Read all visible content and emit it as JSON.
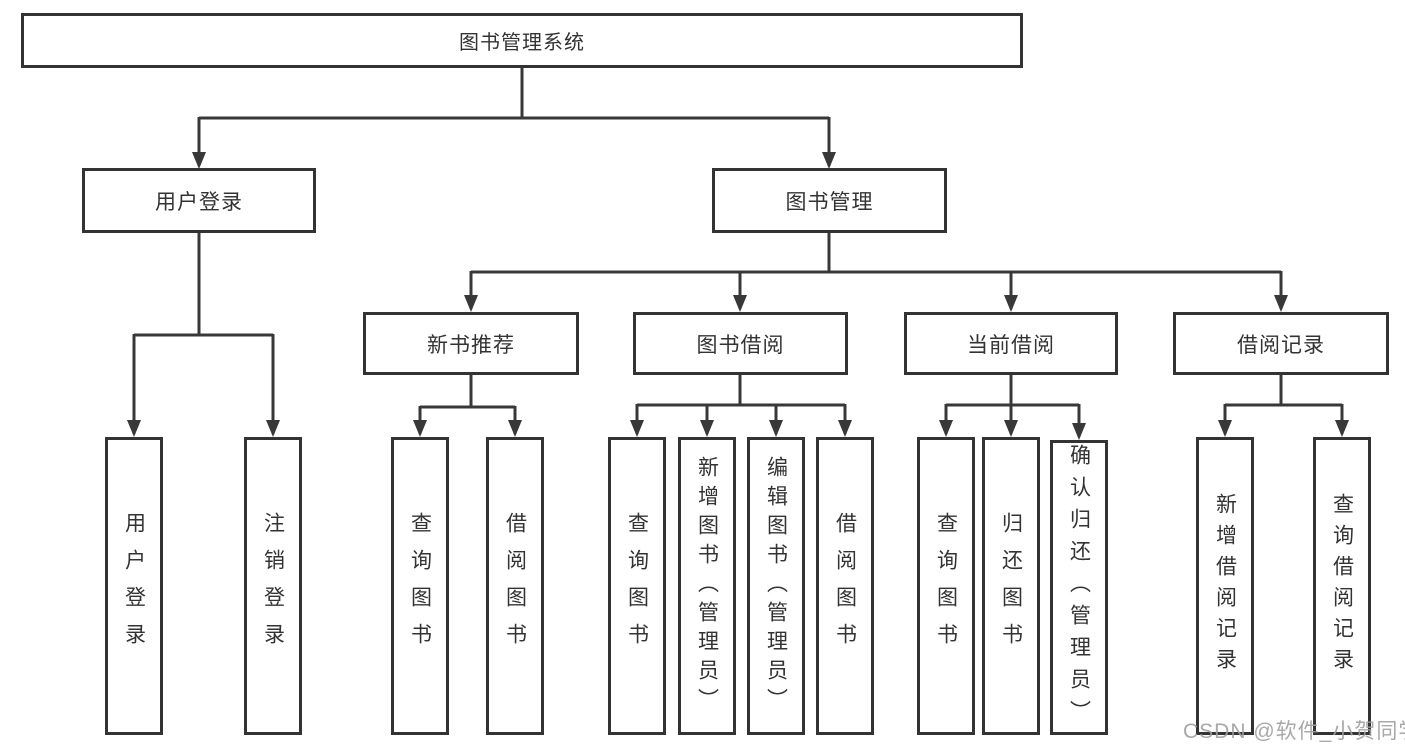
{
  "diagram": {
    "root": "图书管理系统",
    "user_login": {
      "label": "用户登录",
      "children": [
        "用户登录",
        "注销登录"
      ]
    },
    "book_mgmt": {
      "label": "图书管理",
      "sections": [
        {
          "label": "新书推荐",
          "children": [
            "查询图书",
            "借阅图书"
          ]
        },
        {
          "label": "图书借阅",
          "children": [
            "查询图书",
            "新增图书（管理员）",
            "编辑图书（管理员）",
            "借阅图书"
          ]
        },
        {
          "label": "当前借阅",
          "children": [
            "查询图书",
            "归还图书",
            "确认归还（管理员）"
          ]
        },
        {
          "label": "借阅记录",
          "children": [
            "新增借阅记录",
            "查询借阅记录"
          ]
        }
      ]
    }
  },
  "watermark": {
    "text": "CSDN @软件_小贺同学"
  },
  "colors": {
    "line": "#383838",
    "border": "#333333",
    "background": "#ffffff",
    "watermark": "#9e9ea2"
  }
}
